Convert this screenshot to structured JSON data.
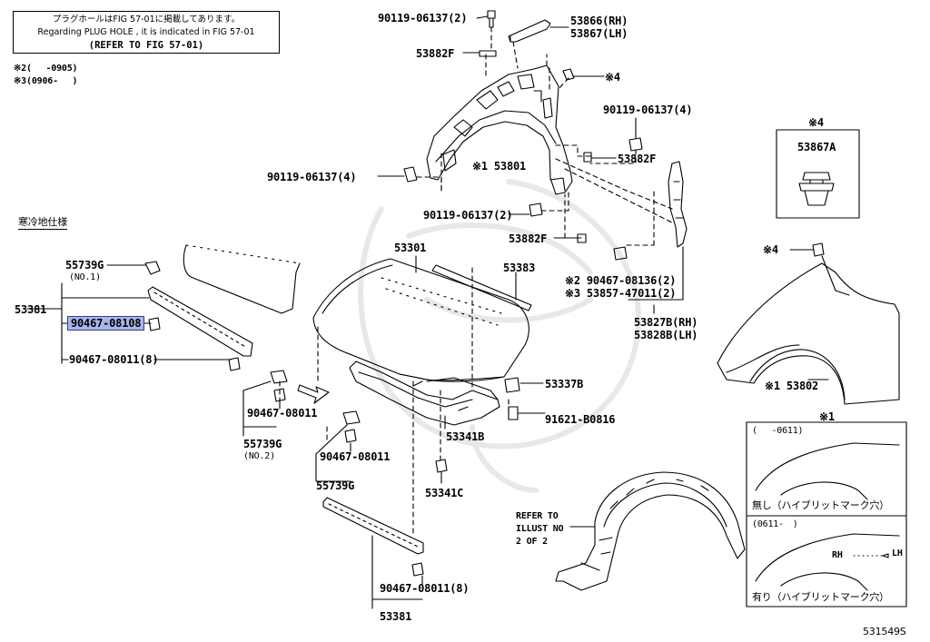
{
  "notice": {
    "line1": "プラグホールはFIG 57-01に掲載してあります。",
    "line2": "Regarding PLUG HOLE , it is indicated in FIG 57-01",
    "line3": "(REFER TO FIG 57-01)"
  },
  "notes": {
    "note2": "※2(　 -0905)",
    "note3": "※3(0906- 　)"
  },
  "cold_spec": "寒冷地仕様",
  "labels": {
    "p90119_top": "90119-06137(2)",
    "p53866": "53866(RH)",
    "p53867": "53867(LH)",
    "p53882F_1": "53882F",
    "m4_clip": "※4",
    "p90119_r": "90119-06137(4)",
    "p53882F_2": "53882F",
    "p90119_l": "90119-06137(4)",
    "p53801": "※1 53801",
    "p90119_mid": "90119-06137(2)",
    "p53882F_3": "53882F",
    "m4_box": "※4",
    "p53867A": "53867A",
    "p55739G_1": "55739G",
    "no1": "(NO.1)",
    "p53381_l": "53381",
    "p90467_08108": "90467-08108",
    "p90467_08011_8": "90467-08011(8)",
    "p53301": "53301",
    "p53383": "53383",
    "p90467_08136": "※2 90467-08136(2)",
    "p53857": "※3 53857-47011(2)",
    "p53827B": "53827B(RH)",
    "p53828B": "53828B(LH)",
    "m4_fender": "※4",
    "p53337B": "53337B",
    "p91621": "91621-B0816",
    "p53802": "※1 53802",
    "p90467_a": "90467-08011",
    "p55739G_2": "55739G",
    "no2": "(NO.2)",
    "p90467_b": "90467-08011",
    "p55739G_3": "55739G",
    "p53341B": "53341B",
    "p53341C": "53341C",
    "refer": "REFER TO",
    "illust": "ILLUST NO",
    "two_of_2": "2 OF 2",
    "m1_box": "※1",
    "inset1_range": "(　 -0611)",
    "inset1_cap": "無し（ハイブリットマーク穴）",
    "inset2_range": "(0611-　)",
    "rh": "RH",
    "lh": "LH",
    "inset2_cap": "有り（ハイブリットマーク穴）",
    "p90467_08011_8b": "90467-08011(8)",
    "p53381_b": "53381",
    "diagram_id": "531549S"
  }
}
